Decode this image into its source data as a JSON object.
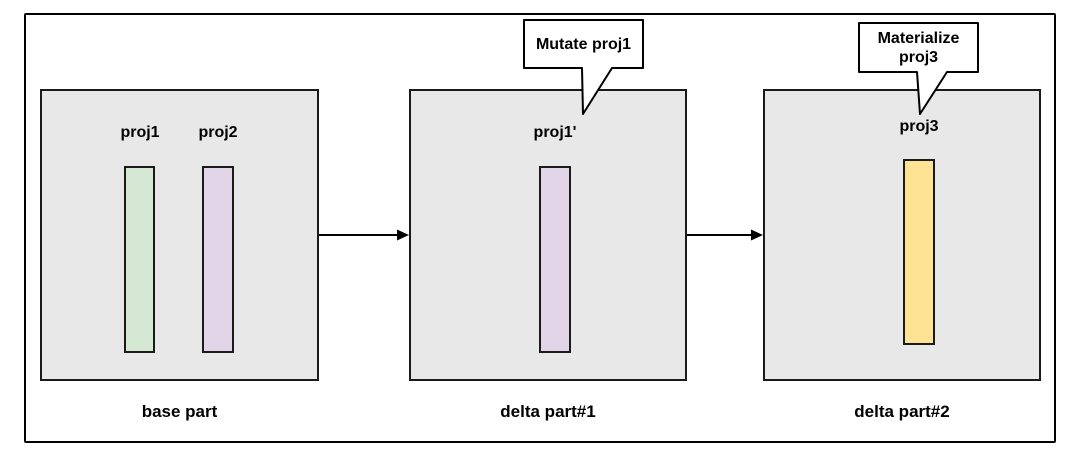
{
  "parts": [
    {
      "caption": "base part",
      "projections": [
        {
          "label": "proj1",
          "fill": "#d5e8d4"
        },
        {
          "label": "proj2",
          "fill": "#e1d5e7"
        }
      ]
    },
    {
      "caption": "delta part#1",
      "projections": [
        {
          "label": "proj1'",
          "fill": "#e1d5e7"
        }
      ]
    },
    {
      "caption": "delta part#2",
      "projections": [
        {
          "label": "proj3",
          "fill": "#ffe394"
        }
      ]
    }
  ],
  "callouts": [
    {
      "lines": [
        "Mutate proj1"
      ]
    },
    {
      "lines": [
        "Materialize",
        "proj3"
      ]
    }
  ],
  "colors": {
    "box_fill": "#e8e8e8",
    "box_border": "#1a1a1a",
    "frame_border": "#000000",
    "arrow": "#000000",
    "callout_fill": "#ffffff",
    "green": "#d5e8d4",
    "purple": "#e1d5e7",
    "yellow": "#ffe394"
  }
}
